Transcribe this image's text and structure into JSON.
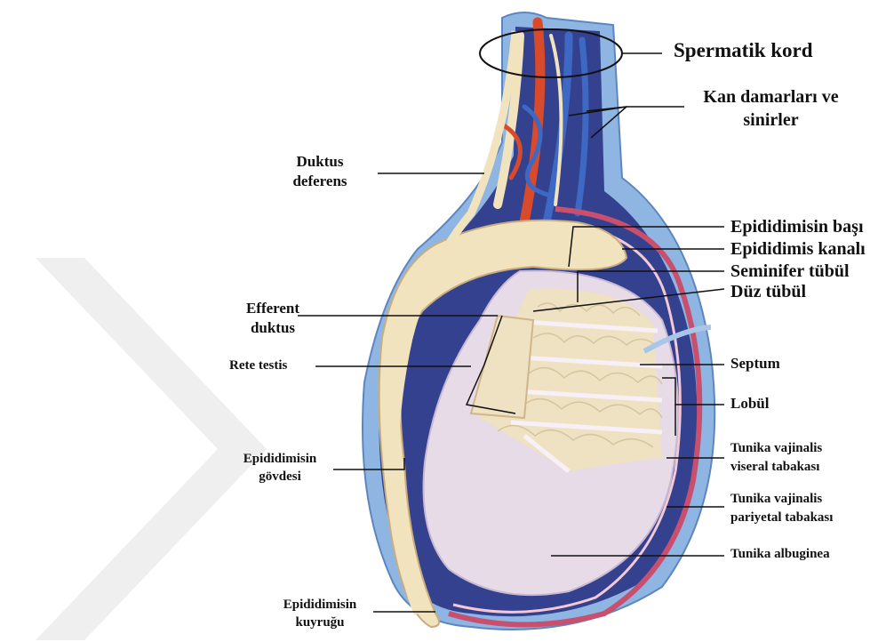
{
  "labels": {
    "spermatic_cord": "Spermatik kord",
    "vessels_nerves_1": "Kan damarları ve",
    "vessels_nerves_2": "sinirler",
    "ductus_1": "Duktus",
    "ductus_2": "deferens",
    "epid_head": "Epididimisin başı",
    "epid_canal": "Epididimis kanalı",
    "seminiferous": "Seminifer tübül",
    "straight": "Düz tübül",
    "efferent_1": "Efferent",
    "efferent_2": "duktus",
    "rete": "Rete testis",
    "septum": "Septum",
    "lobule": "Lobül",
    "epid_body_1": "Epididimisin",
    "epid_body_2": "gövdesi",
    "tv_visceral_1": "Tunika vajinalis",
    "tv_visceral_2": "viseral tabakası",
    "tv_parietal_1": "Tunika vajinalis",
    "tv_parietal_2": "pariyetal tabakası",
    "albuginea": "Tunika albuginea",
    "epid_tail_1": "Epididimisin",
    "epid_tail_2": "kuyruğu"
  },
  "colors": {
    "tunica_outer": "#8fb6e3",
    "cavity": "#3a4a9a",
    "testis_fill": "#e6dbe6",
    "epididymis": "#f2e3bf",
    "artery": "#d84a2c",
    "vein": "#3d68c4",
    "nerve": "#f2e3bf",
    "parietal": "#c8506e",
    "watermark": "#ededed"
  }
}
